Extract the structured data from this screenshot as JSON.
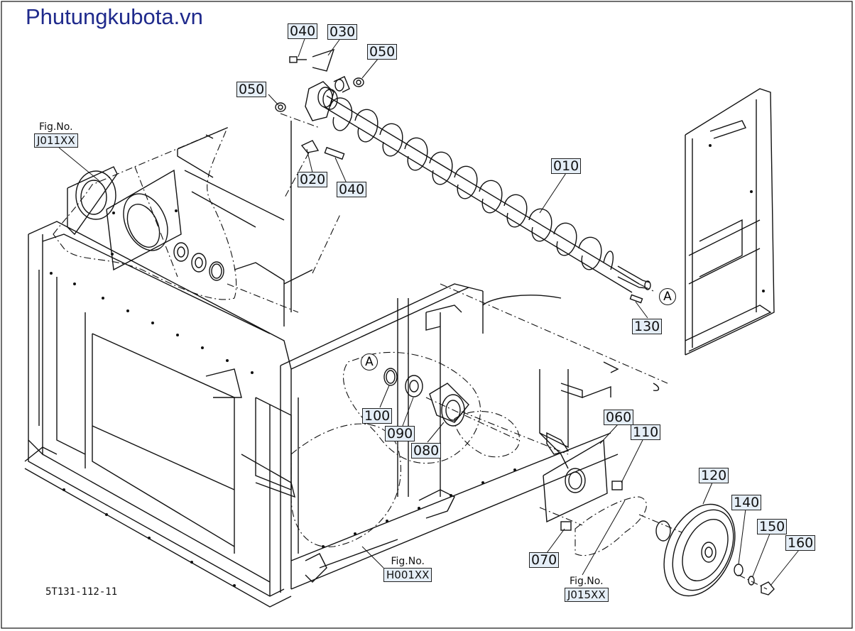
{
  "watermark": "Phutungkubota.vn",
  "diagram_code": "5T131-112-11",
  "part_labels": {
    "p010": "010",
    "p020": "020",
    "p030": "030",
    "p040a": "040",
    "p040b": "040",
    "p050a": "050",
    "p050b": "050",
    "p060": "060",
    "p070": "070",
    "p080": "080",
    "p090": "090",
    "p100": "100",
    "p110": "110",
    "p120": "120",
    "p130": "130",
    "p140": "140",
    "p150": "150",
    "p160": "160"
  },
  "figure_refs": {
    "f1": {
      "prefix": "Fig.No.",
      "number": "J011XX"
    },
    "f2": {
      "prefix": "Fig.No.",
      "number": "H001XX"
    },
    "f3": {
      "prefix": "Fig.No.",
      "number": "J015XX"
    }
  },
  "connector_refs": {
    "top": "A",
    "bottom": "A"
  }
}
